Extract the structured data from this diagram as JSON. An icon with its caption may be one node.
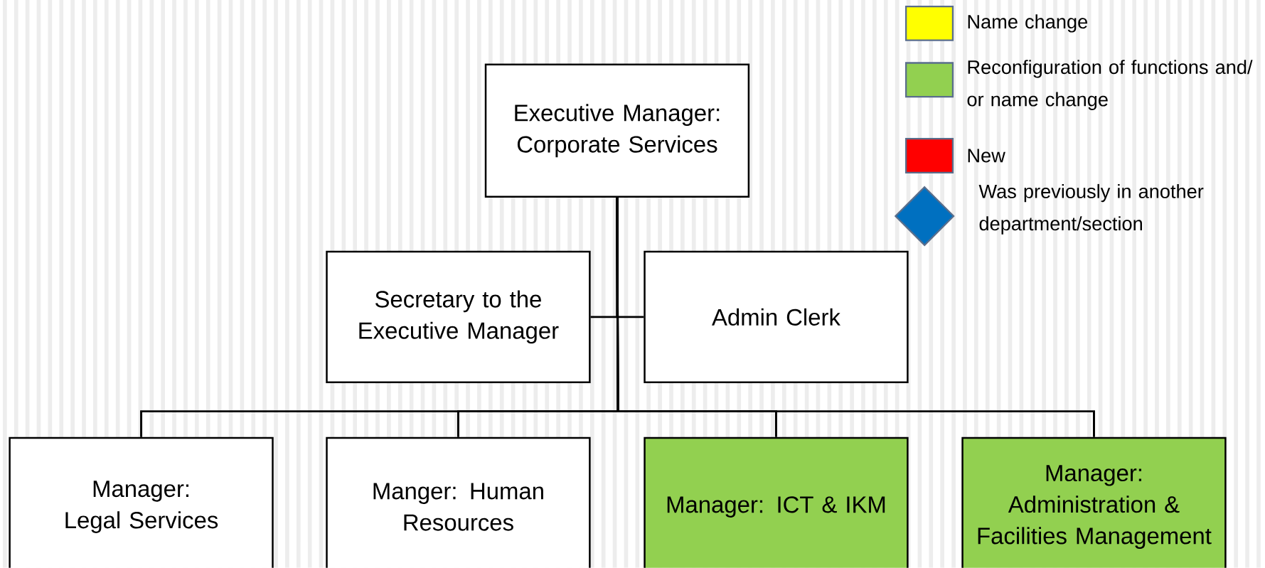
{
  "diagram": {
    "nodes": [
      {
        "text": [
          "Executive Manager: Corporate Services"
        ]
      },
      {
        "text": [
          "Secretary to the Executive Manager"
        ]
      },
      {
        "text": [
          "Admin Clerk"
        ]
      },
      {
        "text": [
          "Manager:  Legal Services"
        ]
      },
      {
        "text": [
          "Manger:  Human Resources"
        ]
      },
      {
        "text": [
          "Manager:  ICT & IKM"
        ]
      },
      {
        "text": [
          "Manager: Administration & Facilities Management"
        ]
      }
    ],
    "edges": [
      {
        "from": 0,
        "to": 1,
        "arrow": "none"
      },
      {
        "from": 0,
        "to": 2,
        "arrow": "none"
      },
      {
        "from": 0,
        "to": 3,
        "arrow": "none"
      },
      {
        "from": 0,
        "to": 4,
        "arrow": "none"
      },
      {
        "from": 0,
        "to": 5,
        "arrow": "none"
      },
      {
        "from": 0,
        "to": 6,
        "arrow": "none"
      }
    ],
    "legend": [
      {
        "text": "Name change",
        "color": "#ffff00"
      },
      {
        "text": "Reconfiguration of functions and/ or name change",
        "color": "#92d050"
      },
      {
        "text": "New",
        "color": "#ff0000"
      },
      {
        "text": "Was previously in another department/section"
      }
    ]
  }
}
